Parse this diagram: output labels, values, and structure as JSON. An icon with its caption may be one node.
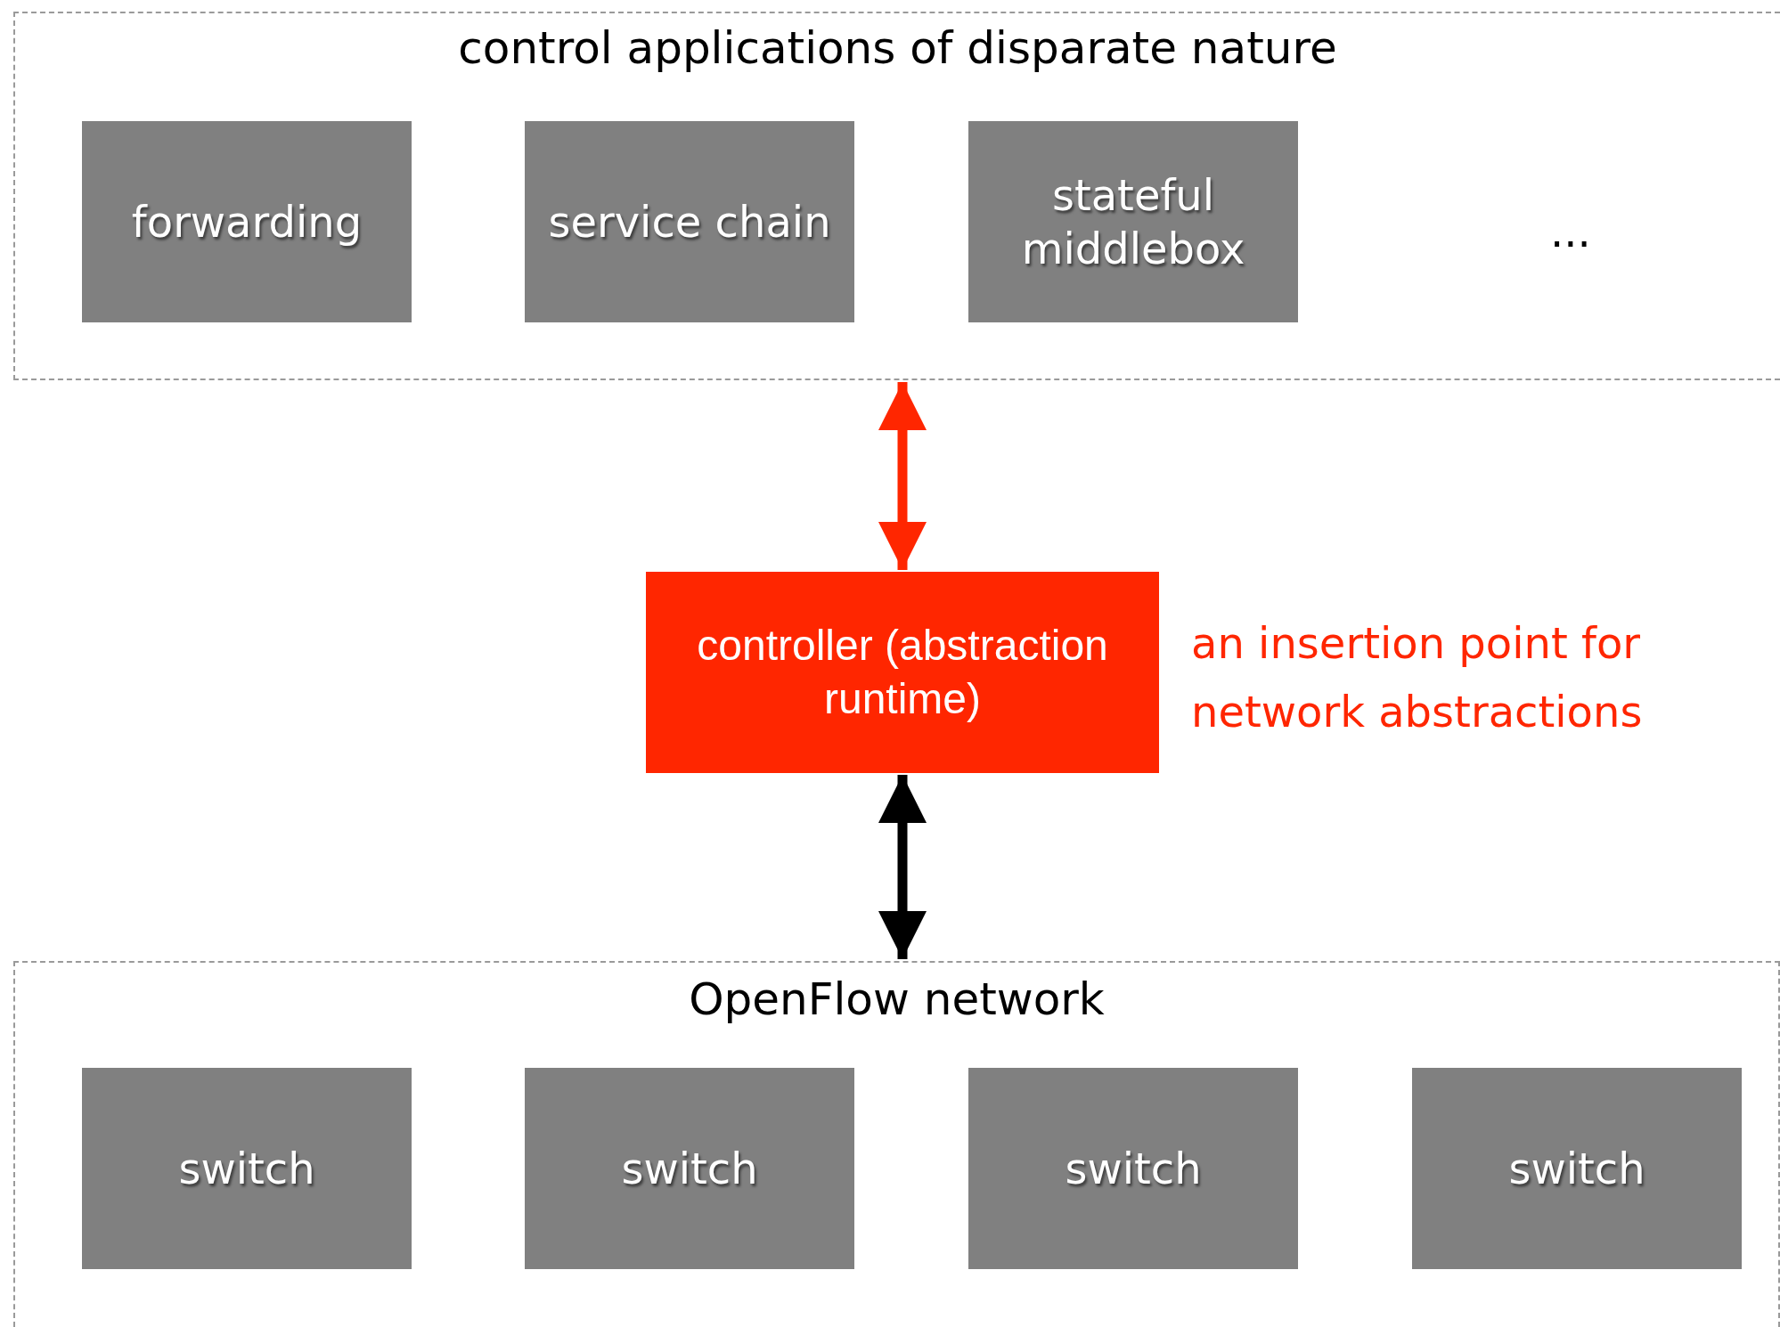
{
  "diagram": {
    "nodes": [
      {
        "text": [
          "control applications of disparate nature"
        ]
      },
      {
        "text": [
          "forwarding"
        ],
        "in": 0
      },
      {
        "text": [
          "service chain"
        ],
        "in": 0
      },
      {
        "text": [
          "stateful middlebox"
        ],
        "in": 0
      },
      {
        "text": [
          "controller (abstraction runtime)"
        ],
        "beside": [
          "an insertion point for network abstractions"
        ]
      },
      {
        "text": [
          "OpenFlow network"
        ]
      },
      {
        "text": [
          "switch"
        ],
        "in": 5
      },
      {
        "text": [
          "switch"
        ],
        "in": 5
      },
      {
        "text": [
          "switch"
        ],
        "in": 5
      },
      {
        "text": [
          "switch"
        ],
        "in": 5
      }
    ],
    "edges": [
      {
        "from": 0,
        "to": 4,
        "arrow": "both",
        "color": "#ff2600"
      },
      {
        "from": 4,
        "to": 5,
        "arrow": "both",
        "color": "#000000"
      }
    ],
    "labels": [
      "..."
    ]
  }
}
